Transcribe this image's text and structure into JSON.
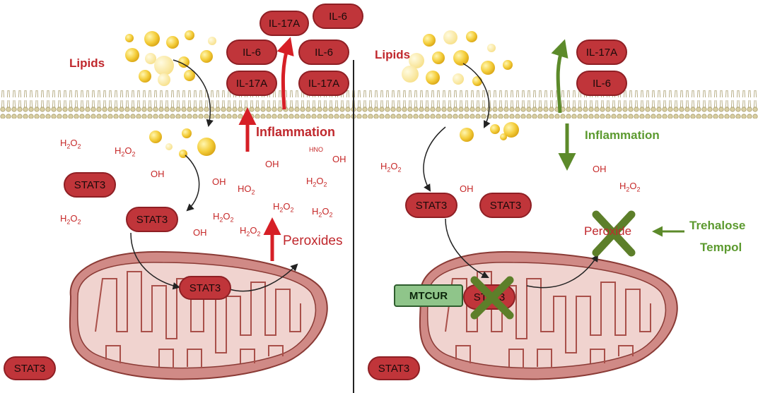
{
  "left": {
    "lipids_label": "Lipids",
    "cytokines": [
      "IL-17A",
      "IL-6",
      "IL-6",
      "IL-6",
      "IL-17A",
      "IL-17A"
    ],
    "inflammation_label": "Inflammation",
    "peroxides_label": "Peroxides",
    "stat3": [
      "STAT3",
      "STAT3",
      "STAT3",
      "STAT3"
    ],
    "h2o2": [
      "H",
      "2",
      "O",
      "2"
    ],
    "oh": "OH",
    "ho2": [
      "HO",
      "2"
    ],
    "hno": "HNO"
  },
  "right": {
    "lipids_label": "Lipids",
    "cytokines": [
      "IL-17A",
      "IL-6"
    ],
    "inflammation_label": "Inflammation",
    "peroxide_label": "Peroxide",
    "trehalose_label": "Trehalose",
    "tempol_label": "Tempol",
    "mtcur_label": "MTCUR",
    "stat3": [
      "STAT3",
      "STAT3",
      "STAT3",
      "STAT3"
    ]
  },
  "colors": {
    "red": "#c0353a",
    "green": "#5c9a2f",
    "lipid": "#f2c534",
    "mito_outer": "#d08a86",
    "mito_inner": "#f0d3cf"
  }
}
